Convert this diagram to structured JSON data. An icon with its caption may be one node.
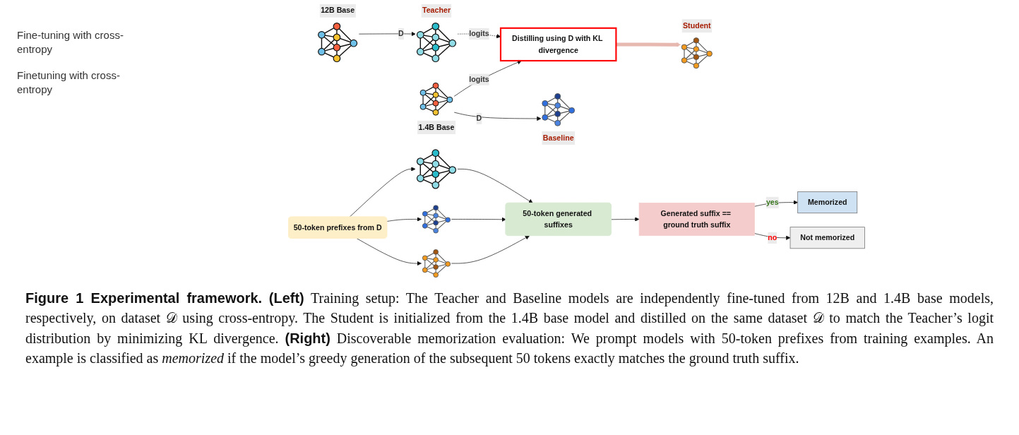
{
  "diagram": {
    "caption": "**Figure 1 Experimental framework.** **(Left)** Training setup: The Teacher and Baseline models are independently fine-tuned from 12B and 1.4B base models, respectively, on dataset 𝒟 using cross-entropy. The Student is initialized from the 1.4B base model and distilled on the same dataset 𝒟 to match the Teacher’s logit distribution by minimizing KL divergence. **(Right)** Discoverable memorization evaluation: We prompt models with 50-token prefixes from training examples. An example is classified as *memorized* if the model’s greedy generation of the subsequent 50 tokens exactly matches the ground truth suffix.",
    "nodes": [
      {
        "text": [
          "12B Base"
        ]
      },
      {
        "text": [
          "Teacher"
        ]
      },
      {
        "text": [
          "Distilling using D with KL divergence"
        ]
      },
      {
        "text": [
          "Student"
        ]
      },
      {
        "text": [
          "1.4B Base"
        ]
      },
      {
        "text": [
          "Baseline"
        ]
      },
      {
        "text": [
          "50-token prefixes from D"
        ]
      },
      {
        "text": [],
        "shape": "picture"
      },
      {
        "text": [],
        "shape": "picture"
      },
      {
        "text": [],
        "shape": "picture"
      },
      {
        "text": [
          "50-token generated suffixes"
        ]
      },
      {
        "text": [
          "Generated suffix == ground truth suffix"
        ]
      },
      {
        "text": [
          "Memorized"
        ]
      },
      {
        "text": [
          "Not memorized"
        ]
      }
    ],
    "edges": [
      {
        "from": 0,
        "to": 1,
        "arrow": "to",
        "label": "D"
      },
      {
        "from": 1,
        "to": 2,
        "arrow": "to",
        "label": "logits",
        "style": "dashed"
      },
      {
        "from": 4,
        "to": 2,
        "arrow": "to",
        "label": "logits"
      },
      {
        "from": 2,
        "to": 3,
        "arrow": "to",
        "style": "thick",
        "color": "#e6b8af"
      },
      {
        "from": 4,
        "to": 5,
        "arrow": "to",
        "label": "D"
      },
      {
        "from": 6,
        "to": 7,
        "arrow": "to"
      },
      {
        "from": 6,
        "to": 8,
        "arrow": "to"
      },
      {
        "from": 6,
        "to": 9,
        "arrow": "to"
      },
      {
        "from": 7,
        "to": 10,
        "arrow": "to"
      },
      {
        "from": 8,
        "to": 10,
        "arrow": "to"
      },
      {
        "from": 9,
        "to": 10,
        "arrow": "to"
      },
      {
        "from": 10,
        "to": 11,
        "arrow": "to"
      },
      {
        "from": 11,
        "to": 12,
        "arrow": "to",
        "label": "yes"
      },
      {
        "from": 11,
        "to": 13,
        "arrow": "to",
        "label": "no"
      }
    ],
    "labels": [
      "Fine-tuning with cross-entropy",
      "Finetuning with cross-entropy"
    ]
  }
}
